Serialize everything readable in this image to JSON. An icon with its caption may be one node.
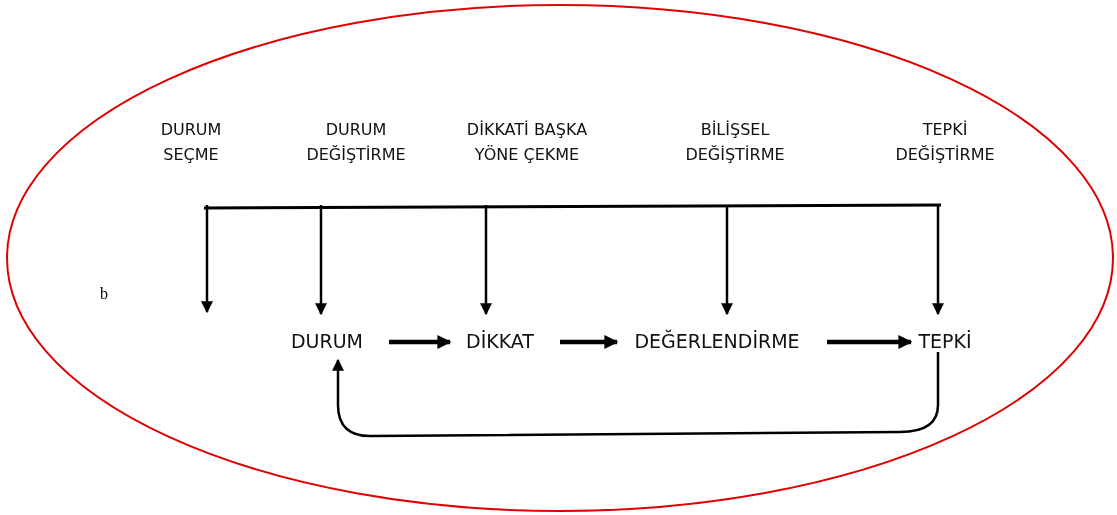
{
  "diagram": {
    "nodes": [
      {
        "text": [
          "DURUM SEÇME"
        ]
      },
      {
        "text": [
          "DURUM DEĞİŞTİRME"
        ]
      },
      {
        "text": [
          "DİKKATİ BAŞKA YÖNE ÇEKME"
        ]
      },
      {
        "text": [
          "BİLİŞSEL DEĞİŞTİRME"
        ]
      },
      {
        "text": [
          "TEPKİ DEĞİŞTİRME"
        ]
      },
      {
        "text": [
          "DURUM"
        ]
      },
      {
        "text": [
          "DİKKAT"
        ]
      },
      {
        "text": [
          "DEĞERLENDİRME"
        ]
      },
      {
        "text": [
          "TEPKİ"
        ]
      }
    ],
    "edges": [
      {
        "from": 0,
        "to": null,
        "arrow": "to"
      },
      {
        "from": 1,
        "to": 5,
        "arrow": "to"
      },
      {
        "from": 2,
        "to": 6,
        "arrow": "to"
      },
      {
        "from": 3,
        "to": 7,
        "arrow": "to"
      },
      {
        "from": 4,
        "to": 8,
        "arrow": "to"
      },
      {
        "from": 5,
        "to": 6,
        "arrow": "to",
        "style": "thick"
      },
      {
        "from": 6,
        "to": 7,
        "arrow": "to",
        "style": "thick"
      },
      {
        "from": 7,
        "to": 8,
        "arrow": "to",
        "style": "thick"
      },
      {
        "from": 8,
        "to": 5,
        "arrow": "to"
      }
    ],
    "labels": [
      "b"
    ]
  }
}
